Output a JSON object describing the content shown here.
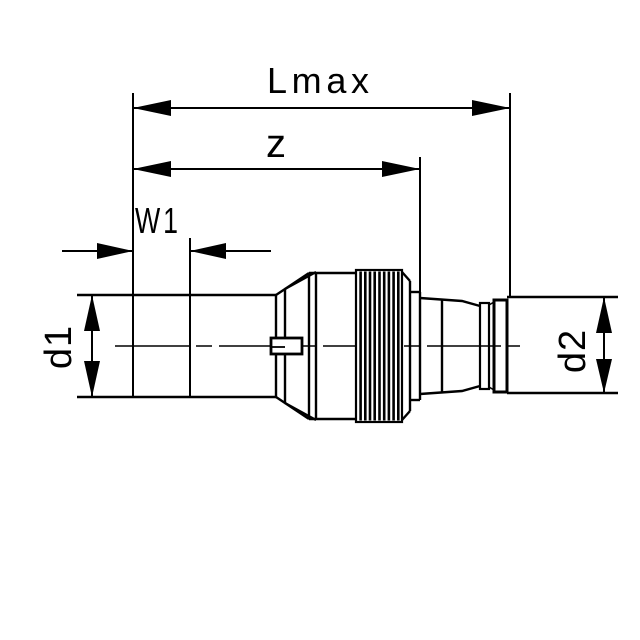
{
  "colors": {
    "line": "#000000",
    "background": "#ffffff"
  },
  "dimensions": {
    "lmax": {
      "label": "Lmax"
    },
    "z": {
      "label": "z"
    },
    "w1": {
      "label": "W1"
    },
    "d1": {
      "label": "d1"
    },
    "d2": {
      "label": "d2"
    }
  }
}
